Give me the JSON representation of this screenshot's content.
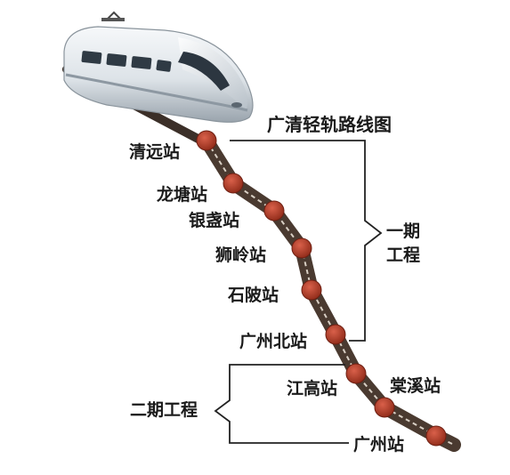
{
  "title": "广清轻轨路线图",
  "stations": [
    "清远站",
    "龙塘站",
    "银盏站",
    "狮岭站",
    "石陂站",
    "广州北站",
    "江高站",
    "棠溪站",
    "广州站"
  ],
  "phases": {
    "phase1": {
      "line1": "一期",
      "line2": "工程"
    },
    "phase2": "二期工程"
  },
  "colors": {
    "station_dot": "#b03a24",
    "track": "#4a3a30",
    "bracket": "#222222",
    "text": "#1a1a1a"
  }
}
